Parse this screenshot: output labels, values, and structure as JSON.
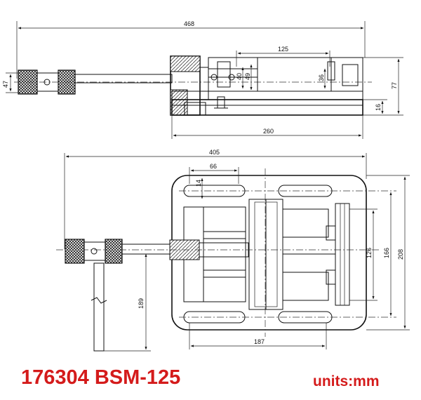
{
  "title": {
    "model": "176304 BSM-125",
    "units": "units:mm"
  },
  "side_view": {
    "dimensions": {
      "overall_length": "468",
      "jaw_width": "125",
      "handle_height": "47",
      "jaw_height": "40",
      "jaw_opening": "49",
      "jaw_depth": "36",
      "total_height": "77",
      "base_height": "16",
      "base_length": "260"
    }
  },
  "top_view": {
    "dimensions": {
      "overall_length": "405",
      "slot_length": "66",
      "slot_width": "14",
      "inner_width": "126",
      "slot_spacing": "166",
      "base_width": "208",
      "handle_length": "189",
      "bolt_spacing": "187"
    }
  }
}
